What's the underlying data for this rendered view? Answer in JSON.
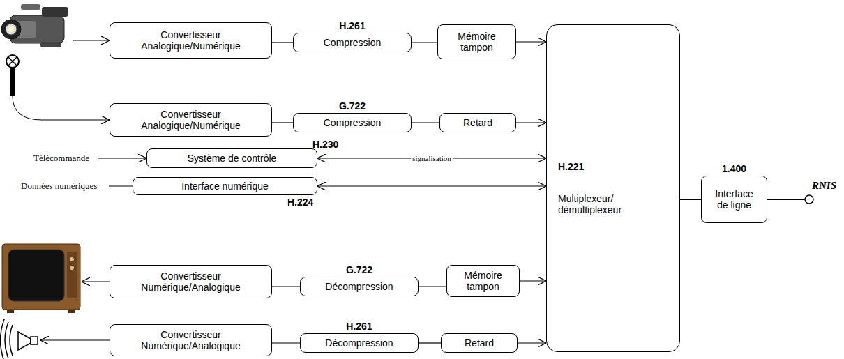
{
  "diagram": {
    "nodes": [
      {
        "text": [
          "Convertisseur Analogique/Numérique"
        ]
      },
      {
        "text": [
          "H.261",
          "Compression"
        ]
      },
      {
        "text": [
          "Mémoire tampon"
        ]
      },
      {
        "text": [
          "Convertisseur Analogique/Numérique"
        ]
      },
      {
        "text": [
          "G.722",
          "Compression"
        ]
      },
      {
        "text": [
          "Retard"
        ]
      },
      {
        "text": [
          "Système de contrôle",
          "H.230"
        ]
      },
      {
        "text": [
          "Interface numérique",
          "H.224"
        ]
      },
      {
        "text": [
          "Convertisseur Numérique/Analogique"
        ]
      },
      {
        "text": [
          "G.722",
          "Décompression"
        ]
      },
      {
        "text": [
          "Mémoire tampon"
        ]
      },
      {
        "text": [
          "Convertisseur Numérique/Analogique"
        ]
      },
      {
        "text": [
          "H.261",
          "Décompression"
        ]
      },
      {
        "text": [
          "Retard"
        ]
      },
      {
        "text": [
          "H.221",
          "Multiplexeur/ démultiplexeur"
        ]
      },
      {
        "text": [
          "1.400",
          "Interface de ligne"
        ]
      }
    ],
    "edges": [
      {
        "from": 0,
        "to": 1,
        "arrow": "none"
      },
      {
        "from": 1,
        "to": 2,
        "arrow": "none"
      },
      {
        "from": 2,
        "to": 14,
        "arrow": "to"
      },
      {
        "from": 3,
        "to": 4,
        "arrow": "none"
      },
      {
        "from": 4,
        "to": 5,
        "arrow": "none"
      },
      {
        "from": 5,
        "to": 14,
        "arrow": "to"
      },
      {
        "from": 6,
        "to": 14,
        "label": "signalisation",
        "arrow": "both"
      },
      {
        "from": 7,
        "to": 14,
        "arrow": "both"
      },
      {
        "from": 8,
        "to": 9,
        "arrow": "none"
      },
      {
        "from": 9,
        "to": 10,
        "arrow": "none"
      },
      {
        "from": 10,
        "to": 14,
        "arrow": "to"
      },
      {
        "from": 11,
        "to": 12,
        "arrow": "none"
      },
      {
        "from": 12,
        "to": 13,
        "arrow": "none"
      },
      {
        "from": 13,
        "to": 14,
        "arrow": "to"
      },
      {
        "from": 14,
        "to": 15,
        "arrow": "none"
      }
    ],
    "labels": [
      "Télécommande",
      "Données numériques",
      "RNIS"
    ]
  }
}
